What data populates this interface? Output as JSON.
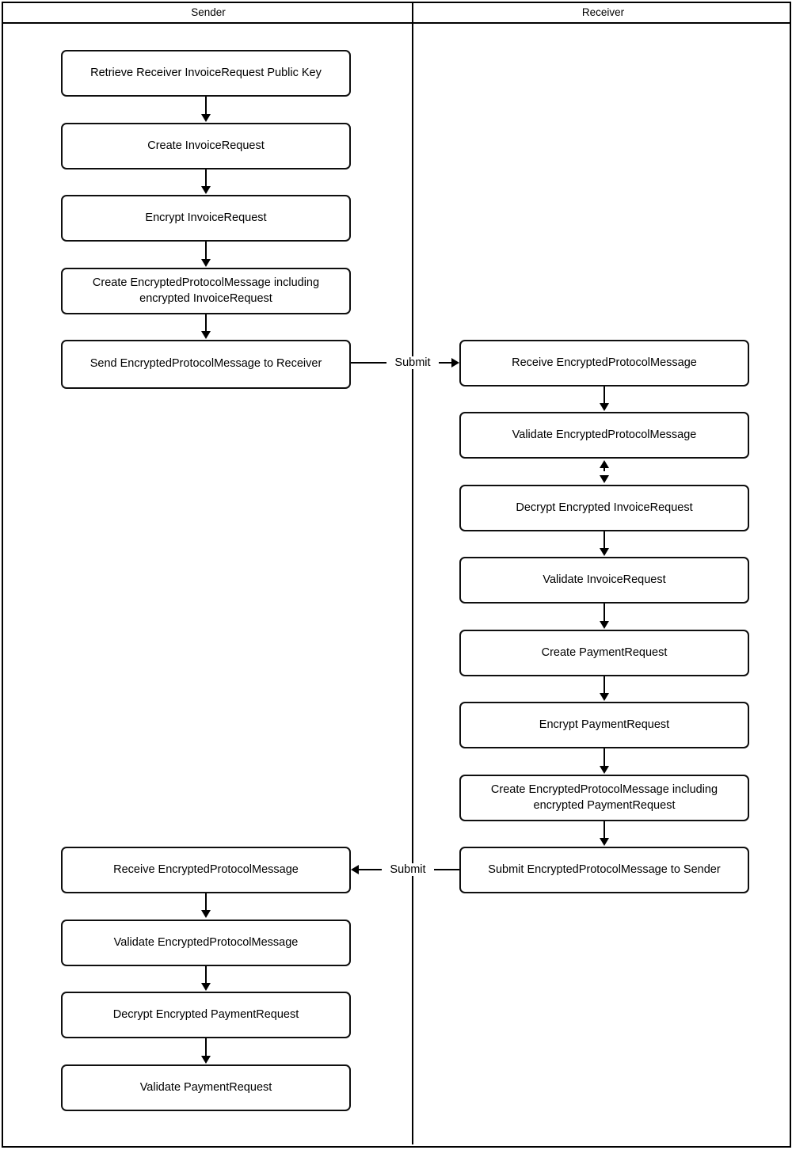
{
  "diagram": {
    "type": "swimlane-flowchart",
    "title": "",
    "lanes": [
      {
        "id": "sender",
        "label": "Sender"
      },
      {
        "id": "receiver",
        "label": "Receiver"
      }
    ],
    "nodes": [
      {
        "id": "s1",
        "lane": "sender",
        "label": "Retrieve Receiver InvoiceRequest Public Key"
      },
      {
        "id": "s2",
        "lane": "sender",
        "label": "Create InvoiceRequest"
      },
      {
        "id": "s3",
        "lane": "sender",
        "label": "Encrypt InvoiceRequest"
      },
      {
        "id": "s4",
        "lane": "sender",
        "label": "Create EncryptedProtocolMessage including encrypted InvoiceRequest"
      },
      {
        "id": "s5",
        "lane": "sender",
        "label": "Send EncryptedProtocolMessage to Receiver"
      },
      {
        "id": "r1",
        "lane": "receiver",
        "label": "Receive EncryptedProtocolMessage"
      },
      {
        "id": "r2",
        "lane": "receiver",
        "label": "Validate EncryptedProtocolMessage"
      },
      {
        "id": "r3",
        "lane": "receiver",
        "label": "Decrypt Encrypted InvoiceRequest"
      },
      {
        "id": "r4",
        "lane": "receiver",
        "label": "Validate InvoiceRequest"
      },
      {
        "id": "r5",
        "lane": "receiver",
        "label": "Create PaymentRequest"
      },
      {
        "id": "r6",
        "lane": "receiver",
        "label": "Encrypt PaymentRequest"
      },
      {
        "id": "r7",
        "lane": "receiver",
        "label": "Create EncryptedProtocolMessage including encrypted PaymentRequest"
      },
      {
        "id": "r8",
        "lane": "receiver",
        "label": "Submit EncryptedProtocolMessage to Sender"
      },
      {
        "id": "s6",
        "lane": "sender",
        "label": "Receive EncryptedProtocolMessage"
      },
      {
        "id": "s7",
        "lane": "sender",
        "label": "Validate EncryptedProtocolMessage"
      },
      {
        "id": "s8",
        "lane": "sender",
        "label": "Decrypt Encrypted PaymentRequest"
      },
      {
        "id": "s9",
        "lane": "sender",
        "label": "Validate PaymentRequest"
      }
    ],
    "edges": [
      {
        "from": "s1",
        "to": "s2",
        "label": "",
        "direction": "down"
      },
      {
        "from": "s2",
        "to": "s3",
        "label": "",
        "direction": "down"
      },
      {
        "from": "s3",
        "to": "s4",
        "label": "",
        "direction": "down"
      },
      {
        "from": "s4",
        "to": "s5",
        "label": "",
        "direction": "down"
      },
      {
        "from": "s5",
        "to": "r1",
        "label": "Submit",
        "direction": "right"
      },
      {
        "from": "r1",
        "to": "r2",
        "label": "",
        "direction": "down"
      },
      {
        "from": "r2",
        "to": "r3",
        "label": "",
        "direction": "both"
      },
      {
        "from": "r3",
        "to": "r4",
        "label": "",
        "direction": "down"
      },
      {
        "from": "r4",
        "to": "r5",
        "label": "",
        "direction": "down"
      },
      {
        "from": "r5",
        "to": "r6",
        "label": "",
        "direction": "down"
      },
      {
        "from": "r6",
        "to": "r7",
        "label": "",
        "direction": "down"
      },
      {
        "from": "r7",
        "to": "r8",
        "label": "",
        "direction": "down"
      },
      {
        "from": "r8",
        "to": "s6",
        "label": "Submit",
        "direction": "left"
      },
      {
        "from": "s6",
        "to": "s7",
        "label": "",
        "direction": "down"
      },
      {
        "from": "s7",
        "to": "s8",
        "label": "",
        "direction": "down"
      },
      {
        "from": "s8",
        "to": "s9",
        "label": "",
        "direction": "down"
      }
    ],
    "edge_labels": {
      "submit_forward": "Submit",
      "submit_return": "Submit"
    },
    "colors": {
      "stroke": "#000000",
      "node_border": "#0f0f0f",
      "node_fill": "#ffffff",
      "background": "#ffffff",
      "text": "#000000"
    }
  }
}
